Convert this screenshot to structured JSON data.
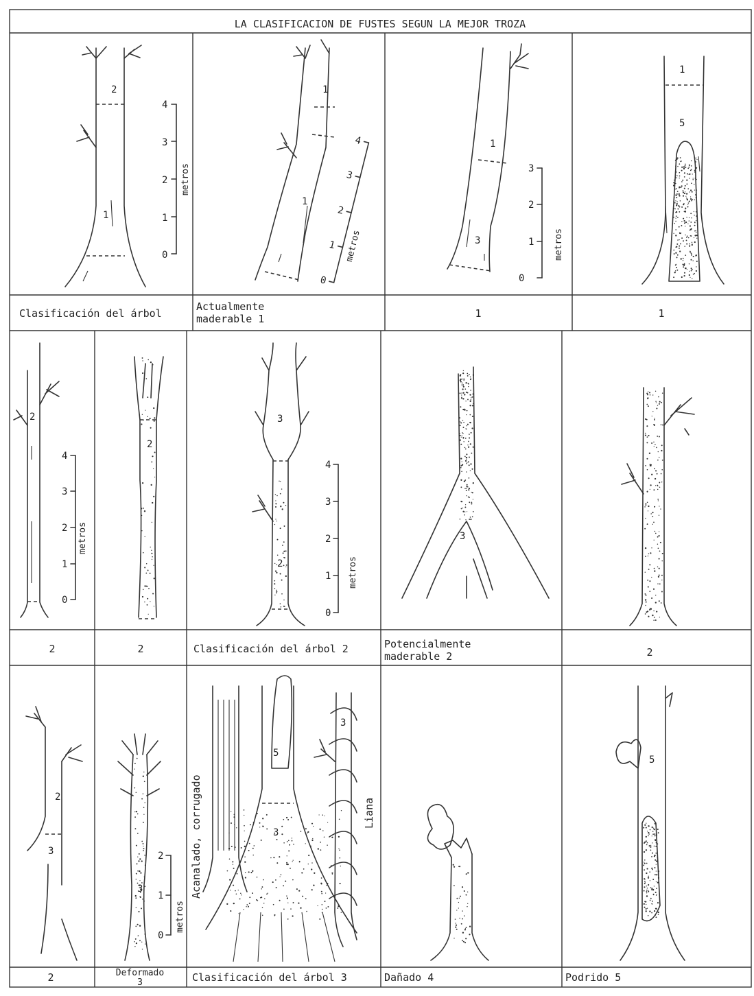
{
  "title": "LA CLASIFICACION DE FUSTES SEGUN LA MEJOR TROZA",
  "scale": {
    "unit": "metros",
    "ticks_4": [
      "0",
      "1",
      "2",
      "3",
      "4"
    ],
    "ticks_3": [
      "0",
      "1",
      "2",
      "3"
    ],
    "ticks_2": [
      "0",
      "1",
      "2"
    ]
  },
  "row1": {
    "labels": [
      "Clasificación del árbol",
      "Actualmente",
      "maderable 1",
      "1",
      "1"
    ],
    "tree_marks": {
      "a": [
        "2",
        "1"
      ],
      "b": [
        "1",
        "1"
      ],
      "c": [
        "1",
        "3"
      ],
      "d": [
        "1",
        "5"
      ]
    }
  },
  "row2": {
    "labels": [
      "2",
      "2",
      "Clasificación del árbol 2",
      "Potencialmente",
      "maderable 2",
      "2"
    ],
    "tree_marks": {
      "a": [
        "2"
      ],
      "b": [
        "2"
      ],
      "c": [
        "3",
        "2"
      ],
      "d": [
        "3"
      ]
    }
  },
  "row3": {
    "labels": [
      "2",
      "Deformado",
      "3",
      "Clasificación del árbol 3",
      "Dañado 4",
      "Podrido 5"
    ],
    "tree_marks": {
      "a": [
        "2",
        "3"
      ],
      "b": [
        "3"
      ],
      "c": [
        "5",
        "3",
        "3"
      ],
      "e": [
        "5"
      ]
    },
    "annotations": [
      "Acanalado, corrugado",
      "Liana"
    ]
  }
}
